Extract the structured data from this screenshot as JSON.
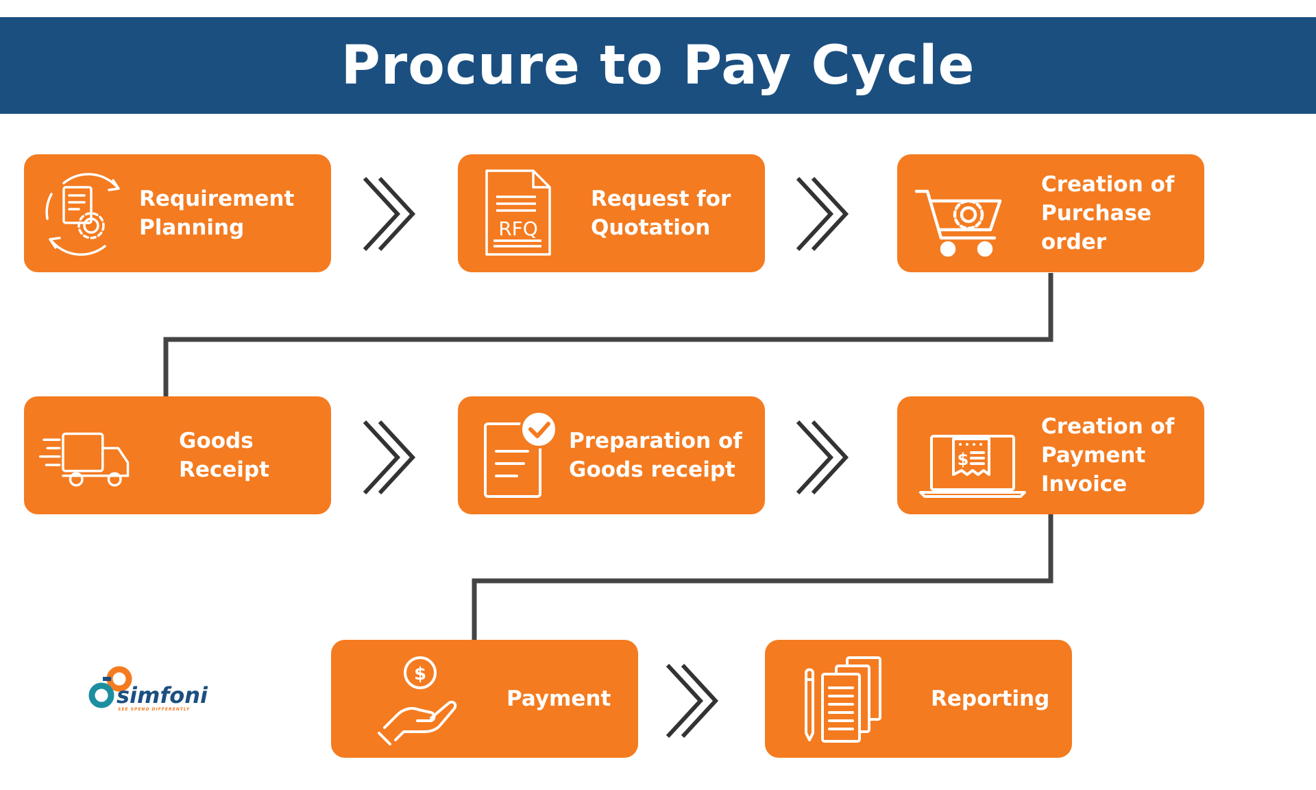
{
  "title": "Procure to Pay Cycle",
  "colors": {
    "header_bg": "#1b4f80",
    "box_bg": "#f47b20",
    "text_on_box": "#ffffff",
    "connector": "#444444",
    "chevron": "#333333"
  },
  "steps": [
    {
      "label": "Requirement\nPlanning",
      "icon": "requirement-planning-icon"
    },
    {
      "label": "Request for\nQuotation",
      "icon": "rfq-document-icon",
      "icon_text": "RFQ"
    },
    {
      "label": "Creation of\nPurchase\norder",
      "icon": "shopping-cart-gear-icon"
    },
    {
      "label": "Goods\nReceipt",
      "icon": "delivery-truck-icon"
    },
    {
      "label": "Preparation of\nGoods receipt",
      "icon": "checked-document-icon"
    },
    {
      "label": "Creation of\nPayment\nInvoice",
      "icon": "laptop-invoice-icon",
      "icon_text": "$"
    },
    {
      "label": "Payment",
      "icon": "hand-coin-icon",
      "icon_text": "$"
    },
    {
      "label": "Reporting",
      "icon": "stacked-documents-pen-icon"
    }
  ],
  "logo": {
    "name": "simfoni",
    "tagline": "SEE SPEND DIFFERENTLY"
  }
}
